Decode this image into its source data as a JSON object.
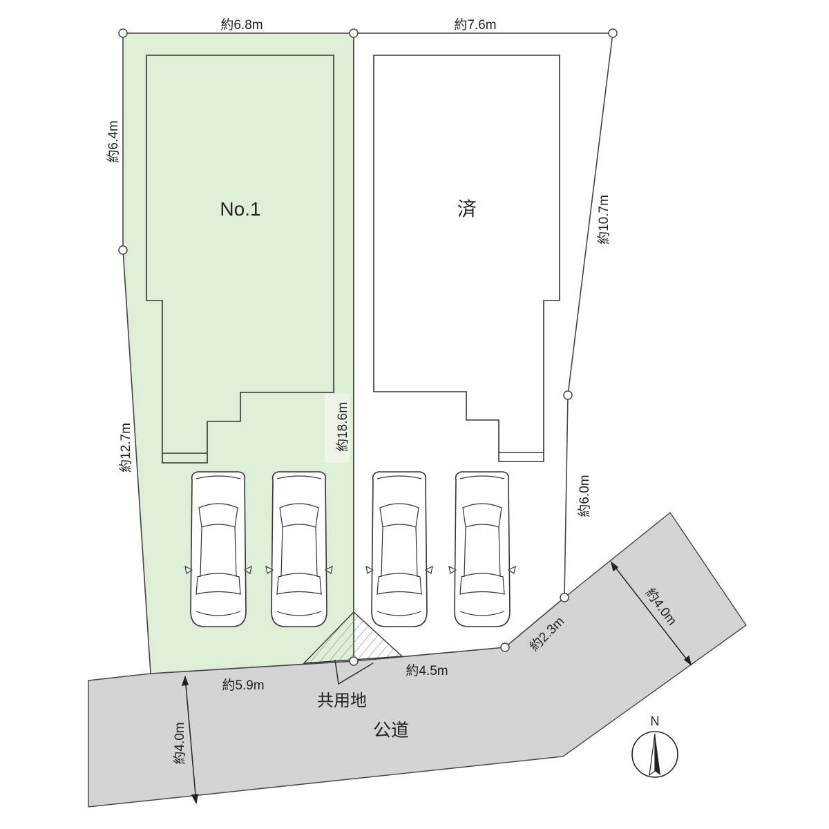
{
  "lots": {
    "lot1": {
      "label": "No.1",
      "color": "#dfeed6"
    },
    "lot2": {
      "label": "済",
      "color": "#ffffff"
    }
  },
  "shared_land": {
    "label": "共用地"
  },
  "road": {
    "label": "公道",
    "color": "#d4d4d6"
  },
  "compass": {
    "label": "N"
  },
  "dimensions": {
    "top_left": "約6.8m",
    "top_right": "約7.6m",
    "left_upper": "約6.4m",
    "left_lower": "約12.7m",
    "middle": "約18.6m",
    "right_upper": "約10.7m",
    "right_lower": "約6.0m",
    "corner": "約2.3m",
    "front_left": "約5.9m",
    "front_right": "約4.5m",
    "road_width_left": "約4.0m",
    "road_width_right": "約4.0m"
  }
}
